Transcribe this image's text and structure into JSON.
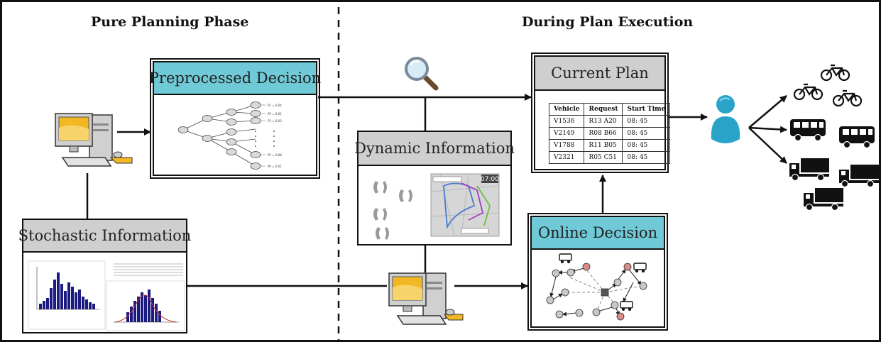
{
  "phases": {
    "left": "Pure Planning Phase",
    "right": "During Plan Execution"
  },
  "boxes": {
    "preprocessed": "Preprocessed Decision",
    "stochastic": "Stochastic Information",
    "dynamic": "Dynamic Information",
    "current": "Current Plan",
    "online": "Online Decision"
  },
  "tree_labels": [
    "P1 = 0.04",
    "P2 = 0.01",
    "P3 = 0.03",
    "P5 = 0.08",
    "P6 = 0.01"
  ],
  "map_clock": "07:00",
  "plan_table": {
    "headers": [
      "Vehicle",
      "Request",
      "Start Time"
    ],
    "rows": [
      [
        "V1536",
        "R13 A20",
        "08: 45"
      ],
      [
        "V2149",
        "R08 B66",
        "08: 45"
      ],
      [
        "V1788",
        "R11 B05",
        "08: 45"
      ],
      [
        "V2321",
        "R05 C51",
        "08: 45"
      ]
    ]
  },
  "colors": {
    "cyan_header": "#6fc9d6",
    "grey_header": "#cfcfcf",
    "histogram_bar": "#1a1a80",
    "person": "#2aa3c8",
    "red_node": "#d98a8a",
    "grey_node": "#c8c8c8"
  },
  "icons": [
    "computer-icon",
    "magnifier-icon",
    "phone-icon",
    "person-icon",
    "bicycle-icon",
    "bus-icon",
    "truck-icon"
  ]
}
